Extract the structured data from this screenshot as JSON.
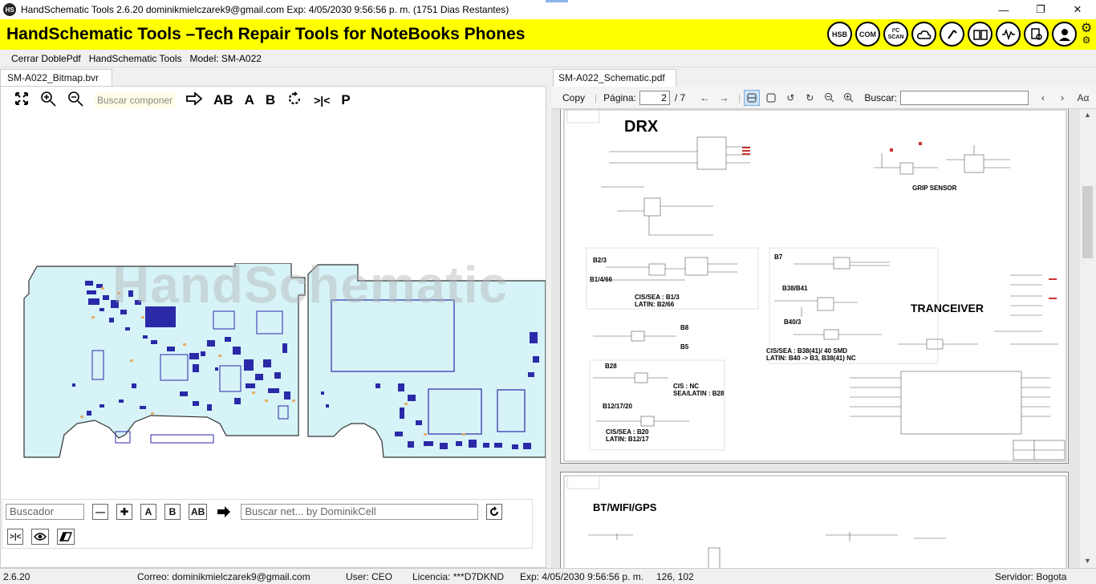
{
  "window": {
    "title": "HandSchematic Tools 2.6.20 dominikmielczarek9@gmail.com Exp: 4/05/2030 9:56:56 p. m. (1751 Dias Restantes)",
    "minimize": "—",
    "maximize": "❐",
    "close": "✕"
  },
  "banner": {
    "title": "HandSchematic Tools –Tech Repair Tools for NoteBooks  Phones",
    "icons": [
      "HSB",
      "COM",
      "I²C SCAN",
      "",
      "",
      "",
      "",
      "",
      "",
      "",
      ""
    ],
    "accent_color": "#ffff00"
  },
  "menu": {
    "items": [
      "Cerrar DoblePdf",
      "HandSchematic Tools",
      "Model: SM-A022"
    ]
  },
  "left": {
    "tab": "SM-A022_Bitmap.bvr",
    "search_placeholder": "Buscar componer",
    "tools": {
      "ab": "AB",
      "a": "A",
      "b": "B",
      "split": ">|<",
      "p": "P"
    },
    "watermark": "HandSchematic",
    "bottom": {
      "buscador_placeholder": "Buscador",
      "minus": "—",
      "plus": "✚",
      "a": "A",
      "b": "B",
      "ab": "AB",
      "net_placeholder": "Buscar net... by DominikCell",
      "split": ">|<"
    }
  },
  "right": {
    "tab": "SM-A022_Schematic.pdf",
    "copy": "Copy",
    "page_label": "Página:",
    "page_current": "2",
    "page_total": "/ 7",
    "find_label": "Buscar:",
    "font_btn": "Aα",
    "schematic": {
      "drx": "DRX",
      "grip": "GRIP SENSOR",
      "b23": "B2/3",
      "b1466": "B1/4/66",
      "cis_b13": "CIS/SEA : B1/3",
      "latin_b266": "LATIN: B2/66",
      "b8": "B8",
      "b5": "B5",
      "b7": "B7",
      "b38b41": "B38/B41",
      "b403": "B40/3",
      "cis_b38": "CIS/SEA : B38(41)/ 40 SMD",
      "latin_b40": "LATIN: B40 -> B3, B38(41) NC",
      "tranceiver": "TRANCEIVER",
      "b28": "B28",
      "cis_nc": "CIS : NC",
      "sea_latin_b28": "SEA/LATIN : B28",
      "b121720": "B12/17/20",
      "cis_b20": "CIS/SEA : B20",
      "latin_b1217": "LATIN: B12/17",
      "btwifi": "BT/WIFI/GPS"
    }
  },
  "status": {
    "version": "2.6.20",
    "correo": "Correo: dominikmielczarek9@gmail.com",
    "user": "User:  CEO",
    "licencia": "Licencia:  ***D7DKND",
    "exp": "Exp:  4/05/2030 9:56:56 p. m.",
    "coords": "126, 102",
    "servidor": "Servidor: Bogota"
  }
}
